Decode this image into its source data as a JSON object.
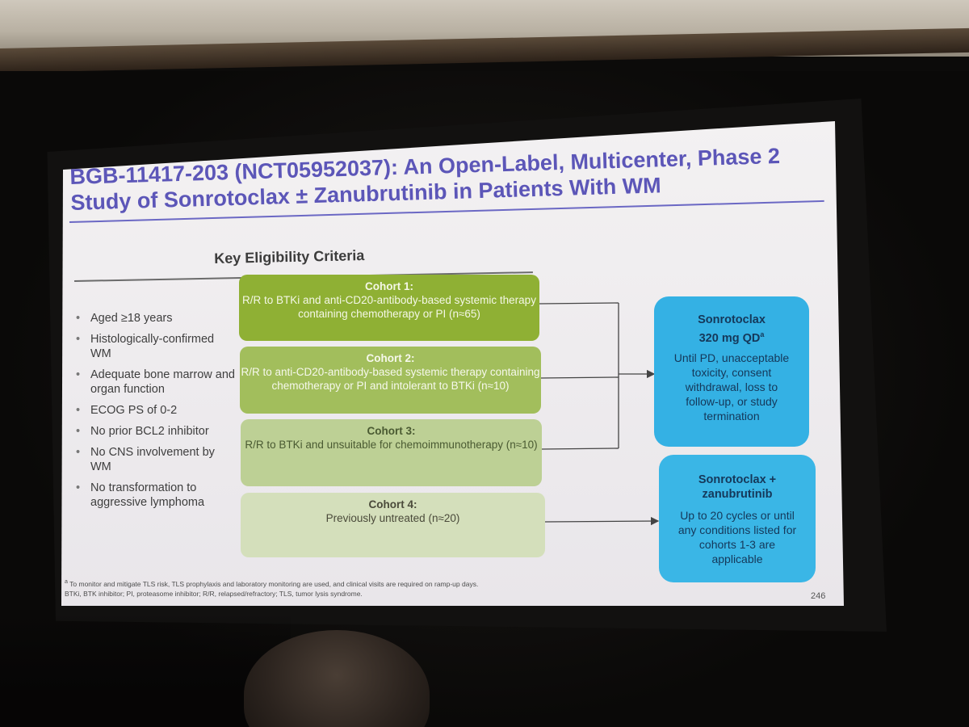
{
  "slide": {
    "title_line1": "BGB-11417-203 (NCT05952037): An Open-Label, Multicenter, Phase 2",
    "title_line2": "Study of Sonrotoclax ± Zanubrutinib in Patients With WM",
    "key_eligibility_title": "Key Eligibility Criteria",
    "criteria": [
      "Aged ≥18 years",
      "Histologically-confirmed WM",
      "Adequate bone marrow and organ function",
      "ECOG PS of 0-2",
      "No prior BCL2 inhibitor",
      "No CNS involvement by WM",
      "No transformation to aggressive lymphoma"
    ],
    "cohorts": [
      {
        "heading": "Cohort 1:",
        "text": "R/R to BTKi and anti-CD20-antibody-based systemic therapy containing chemotherapy or PI (n≈65)",
        "color": "#8fb034"
      },
      {
        "heading": "Cohort 2:",
        "text": "R/R to anti-CD20-antibody-based systemic therapy containing chemotherapy or PI and intolerant to BTKi (n≈10)",
        "color": "#a2be5c"
      },
      {
        "heading": "Cohort 3:",
        "text": "R/R to BTKi and unsuitable for chemoimmunotherapy (n≈10)",
        "color": "#bdd095"
      },
      {
        "heading": "Cohort 4:",
        "text": "Previously untreated (n≈20)",
        "color": "#d4dfbb"
      }
    ],
    "treatments": [
      {
        "heading_1": "Sonrotoclax",
        "heading_2": "320 mg QD",
        "heading_sup": "a",
        "text": "Until PD, unacceptable toxicity, consent withdrawal, loss to follow-up, or study termination",
        "color": "#34b1e4"
      },
      {
        "heading_1": "Sonrotoclax +",
        "heading_2": "zanubrutinib",
        "heading_sup": "",
        "text": "Up to 20 cycles or until any conditions listed for cohorts 1-3 are applicable",
        "color": "#3ab6e6"
      }
    ],
    "footnote_marker": "a",
    "footnote_1": "To monitor and mitigate TLS risk, TLS prophylaxis and laboratory monitoring are used, and clinical visits are required on ramp-up days.",
    "footnote_2": "BTKi, BTK inhibitor; PI, proteasome inhibitor; R/R, relapsed/refractory; TLS, tumor lysis syndrome.",
    "page_number": "246",
    "title_color": "#5c56b8"
  }
}
